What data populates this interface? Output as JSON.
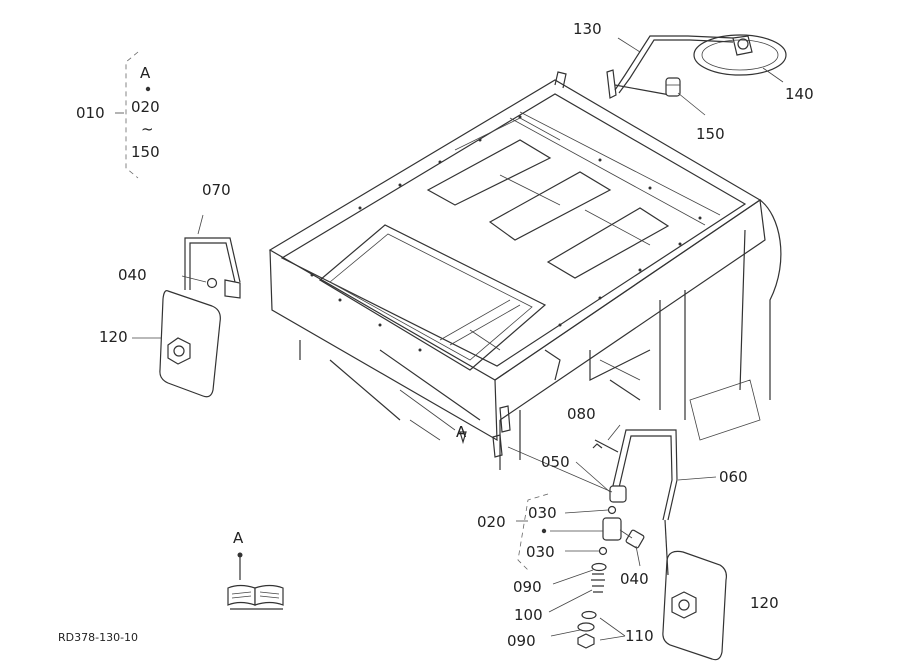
{
  "labels": {
    "p010": "010",
    "p020_group": "020",
    "p020": "020",
    "p030a": "030",
    "p030b": "030",
    "p040a": "040",
    "p040b": "040",
    "p050": "050",
    "p060": "060",
    "p070": "070",
    "p080": "080",
    "p090a": "090",
    "p090b": "090",
    "p100": "100",
    "p110": "110",
    "p120a": "120",
    "p120b": "120",
    "p130": "130",
    "p140": "140",
    "p150a": "150",
    "p150": "150",
    "a_top": "A",
    "a_marker": "A",
    "a_book": "A",
    "tilde": "~",
    "drawing_code": "RD378-130-10"
  }
}
